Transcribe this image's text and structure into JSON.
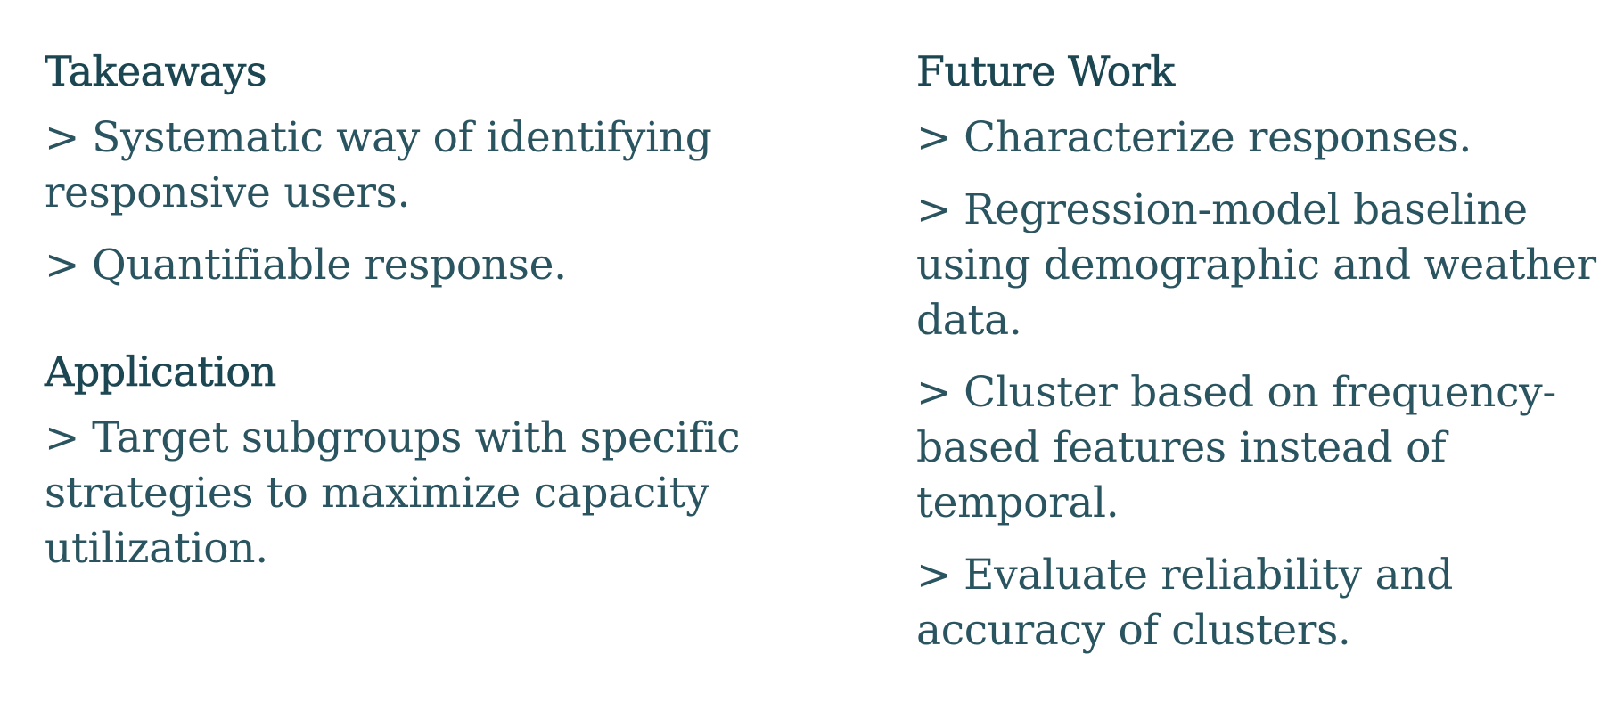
{
  "left": {
    "takeaways": {
      "heading": "Takeaways",
      "items": [
        {
          "marker": ">",
          "text": "Systematic way of identifying responsive users."
        },
        {
          "marker": ">",
          "text": "Quantifiable response."
        }
      ]
    },
    "application": {
      "heading": "Application",
      "items": [
        {
          "marker": ">",
          "text": "Target subgroups with specific strategies to maximize capacity utilization."
        }
      ]
    }
  },
  "right": {
    "future_work": {
      "heading": "Future Work",
      "items": [
        {
          "marker": ">",
          "text": "Characterize responses."
        },
        {
          "marker": ">",
          "text": "Regression-model baseline using demographic and weather data."
        },
        {
          "marker": ">",
          "text": "Cluster based on frequency-based features instead of temporal."
        },
        {
          "marker": ">",
          "text": "Evaluate reliability and accuracy of clusters."
        }
      ]
    }
  },
  "colors": {
    "heading": "#1b4652",
    "text": "#2a5560",
    "background": "#ffffff"
  }
}
